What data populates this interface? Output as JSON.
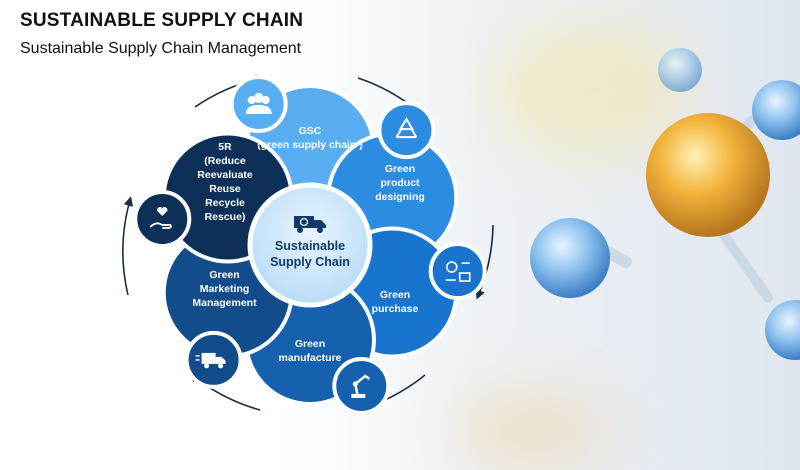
{
  "header": {
    "title": "SUSTAINABLE SUPPLY CHAIN",
    "subtitle": "Sustainable Supply Chain Management"
  },
  "diagram": {
    "center": {
      "label": "Sustainable\nSupply Chain",
      "icon": "truck-recycle-icon"
    },
    "segments": [
      {
        "label": "GSC\n(green supply chain )",
        "icon": "people-group-icon",
        "color": "#58aef0"
      },
      {
        "label": "Green\nproduct\ndesigning",
        "icon": "recycle-icon",
        "color": "#2c8de0"
      },
      {
        "label": "Green\npurchase",
        "icon": "purchase-flow-icon",
        "color": "#1874cc"
      },
      {
        "label": "Green\nmanufacture",
        "icon": "robot-arm-icon",
        "color": "#1561ad"
      },
      {
        "label": "Green\nMarketing\nManagement",
        "icon": "delivery-truck-icon",
        "color": "#134c8a"
      },
      {
        "label": "5R\n(Reduce\nReevaluate\nReuse\nRecycle\nRescue)",
        "icon": "hand-heart-icon",
        "color": "#0e2f57"
      }
    ]
  }
}
